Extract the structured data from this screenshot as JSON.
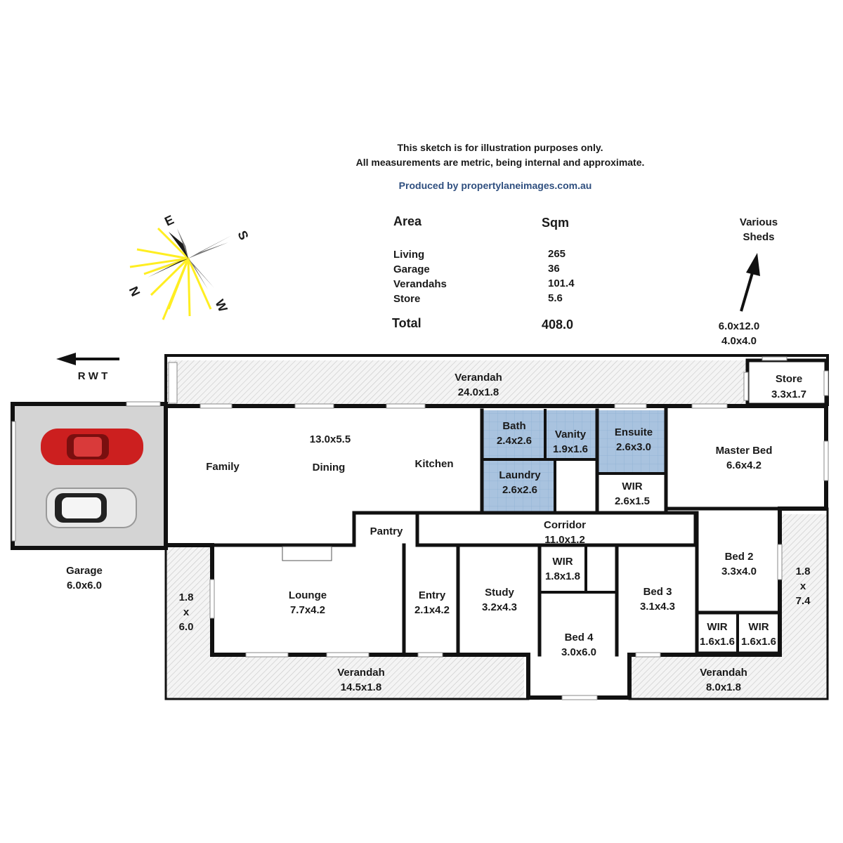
{
  "notes": {
    "line1": "This sketch is for illustration purposes only.",
    "line2": "All measurements are metric, being internal and approximate.",
    "producer": "Produced by propertylaneimages.com.au"
  },
  "area_table": {
    "header_area": "Area",
    "header_sqm": "Sqm",
    "rows": [
      {
        "label": "Living",
        "value": "265"
      },
      {
        "label": "Garage",
        "value": "36"
      },
      {
        "label": "Verandahs",
        "value": "101.4"
      },
      {
        "label": "Store",
        "value": "5.6"
      }
    ],
    "total_label": "Total",
    "total_value": "408.0"
  },
  "compass": {
    "e": "E",
    "s": "S",
    "n": "N",
    "w": "W"
  },
  "sheds": {
    "line1": "Various",
    "line2": "Sheds",
    "size1": "6.0x12.0",
    "size2": "4.0x4.0"
  },
  "rwt": "R W T",
  "rooms": {
    "verandah_top": {
      "name": "Verandah",
      "size": "24.0x1.8"
    },
    "store": {
      "name": "Store",
      "size": "3.3x1.7"
    },
    "garage": {
      "name": "Garage",
      "size": "6.0x6.0"
    },
    "living_size": "13.0x5.5",
    "family": "Family",
    "dining": "Dining",
    "kitchen": "Kitchen",
    "bath": {
      "name": "Bath",
      "size": "2.4x2.6"
    },
    "vanity": {
      "name": "Vanity",
      "size": "1.9x1.6"
    },
    "ensuite": {
      "name": "Ensuite",
      "size": "2.6x3.0"
    },
    "laundry": {
      "name": "Laundry",
      "size": "2.6x2.6"
    },
    "master_bed": {
      "name": "Master Bed",
      "size": "6.6x4.2"
    },
    "wir_master": {
      "name": "WIR",
      "size": "2.6x1.5"
    },
    "pantry": "Pantry",
    "corridor": {
      "name": "Corridor",
      "size": "11.0x1.2"
    },
    "lounge": {
      "name": "Lounge",
      "size": "7.7x4.2"
    },
    "entry": {
      "name": "Entry",
      "size": "2.1x4.2"
    },
    "study": {
      "name": "Study",
      "size": "3.2x4.3"
    },
    "wir_mid": {
      "name": "WIR",
      "size": "1.8x1.8"
    },
    "bed4": {
      "name": "Bed 4",
      "size": "3.0x6.0"
    },
    "bed3": {
      "name": "Bed 3",
      "size": "3.1x4.3"
    },
    "bed2": {
      "name": "Bed 2",
      "size": "3.3x4.0"
    },
    "wir_a": {
      "name": "WIR",
      "size": "1.6x1.6"
    },
    "wir_b": {
      "name": "WIR",
      "size": "1.6x1.6"
    },
    "verandah_left": {
      "l1": "1.8",
      "l2": "x",
      "l3": "6.0"
    },
    "verandah_right": {
      "l1": "1.8",
      "l2": "x",
      "l3": "7.4"
    },
    "verandah_bottom_left": {
      "name": "Verandah",
      "size": "14.5x1.8"
    },
    "verandah_bottom_right": {
      "name": "Verandah",
      "size": "8.0x1.8"
    }
  },
  "colors": {
    "wall": "#111111",
    "wet_area": "#a9c3df",
    "garage_floor": "#d4d4d4",
    "verandah_hatch": "#c8c8c8",
    "sun": "#ffee22",
    "car_red": "#cc1f1f",
    "car_white": "#e8e8e8"
  }
}
